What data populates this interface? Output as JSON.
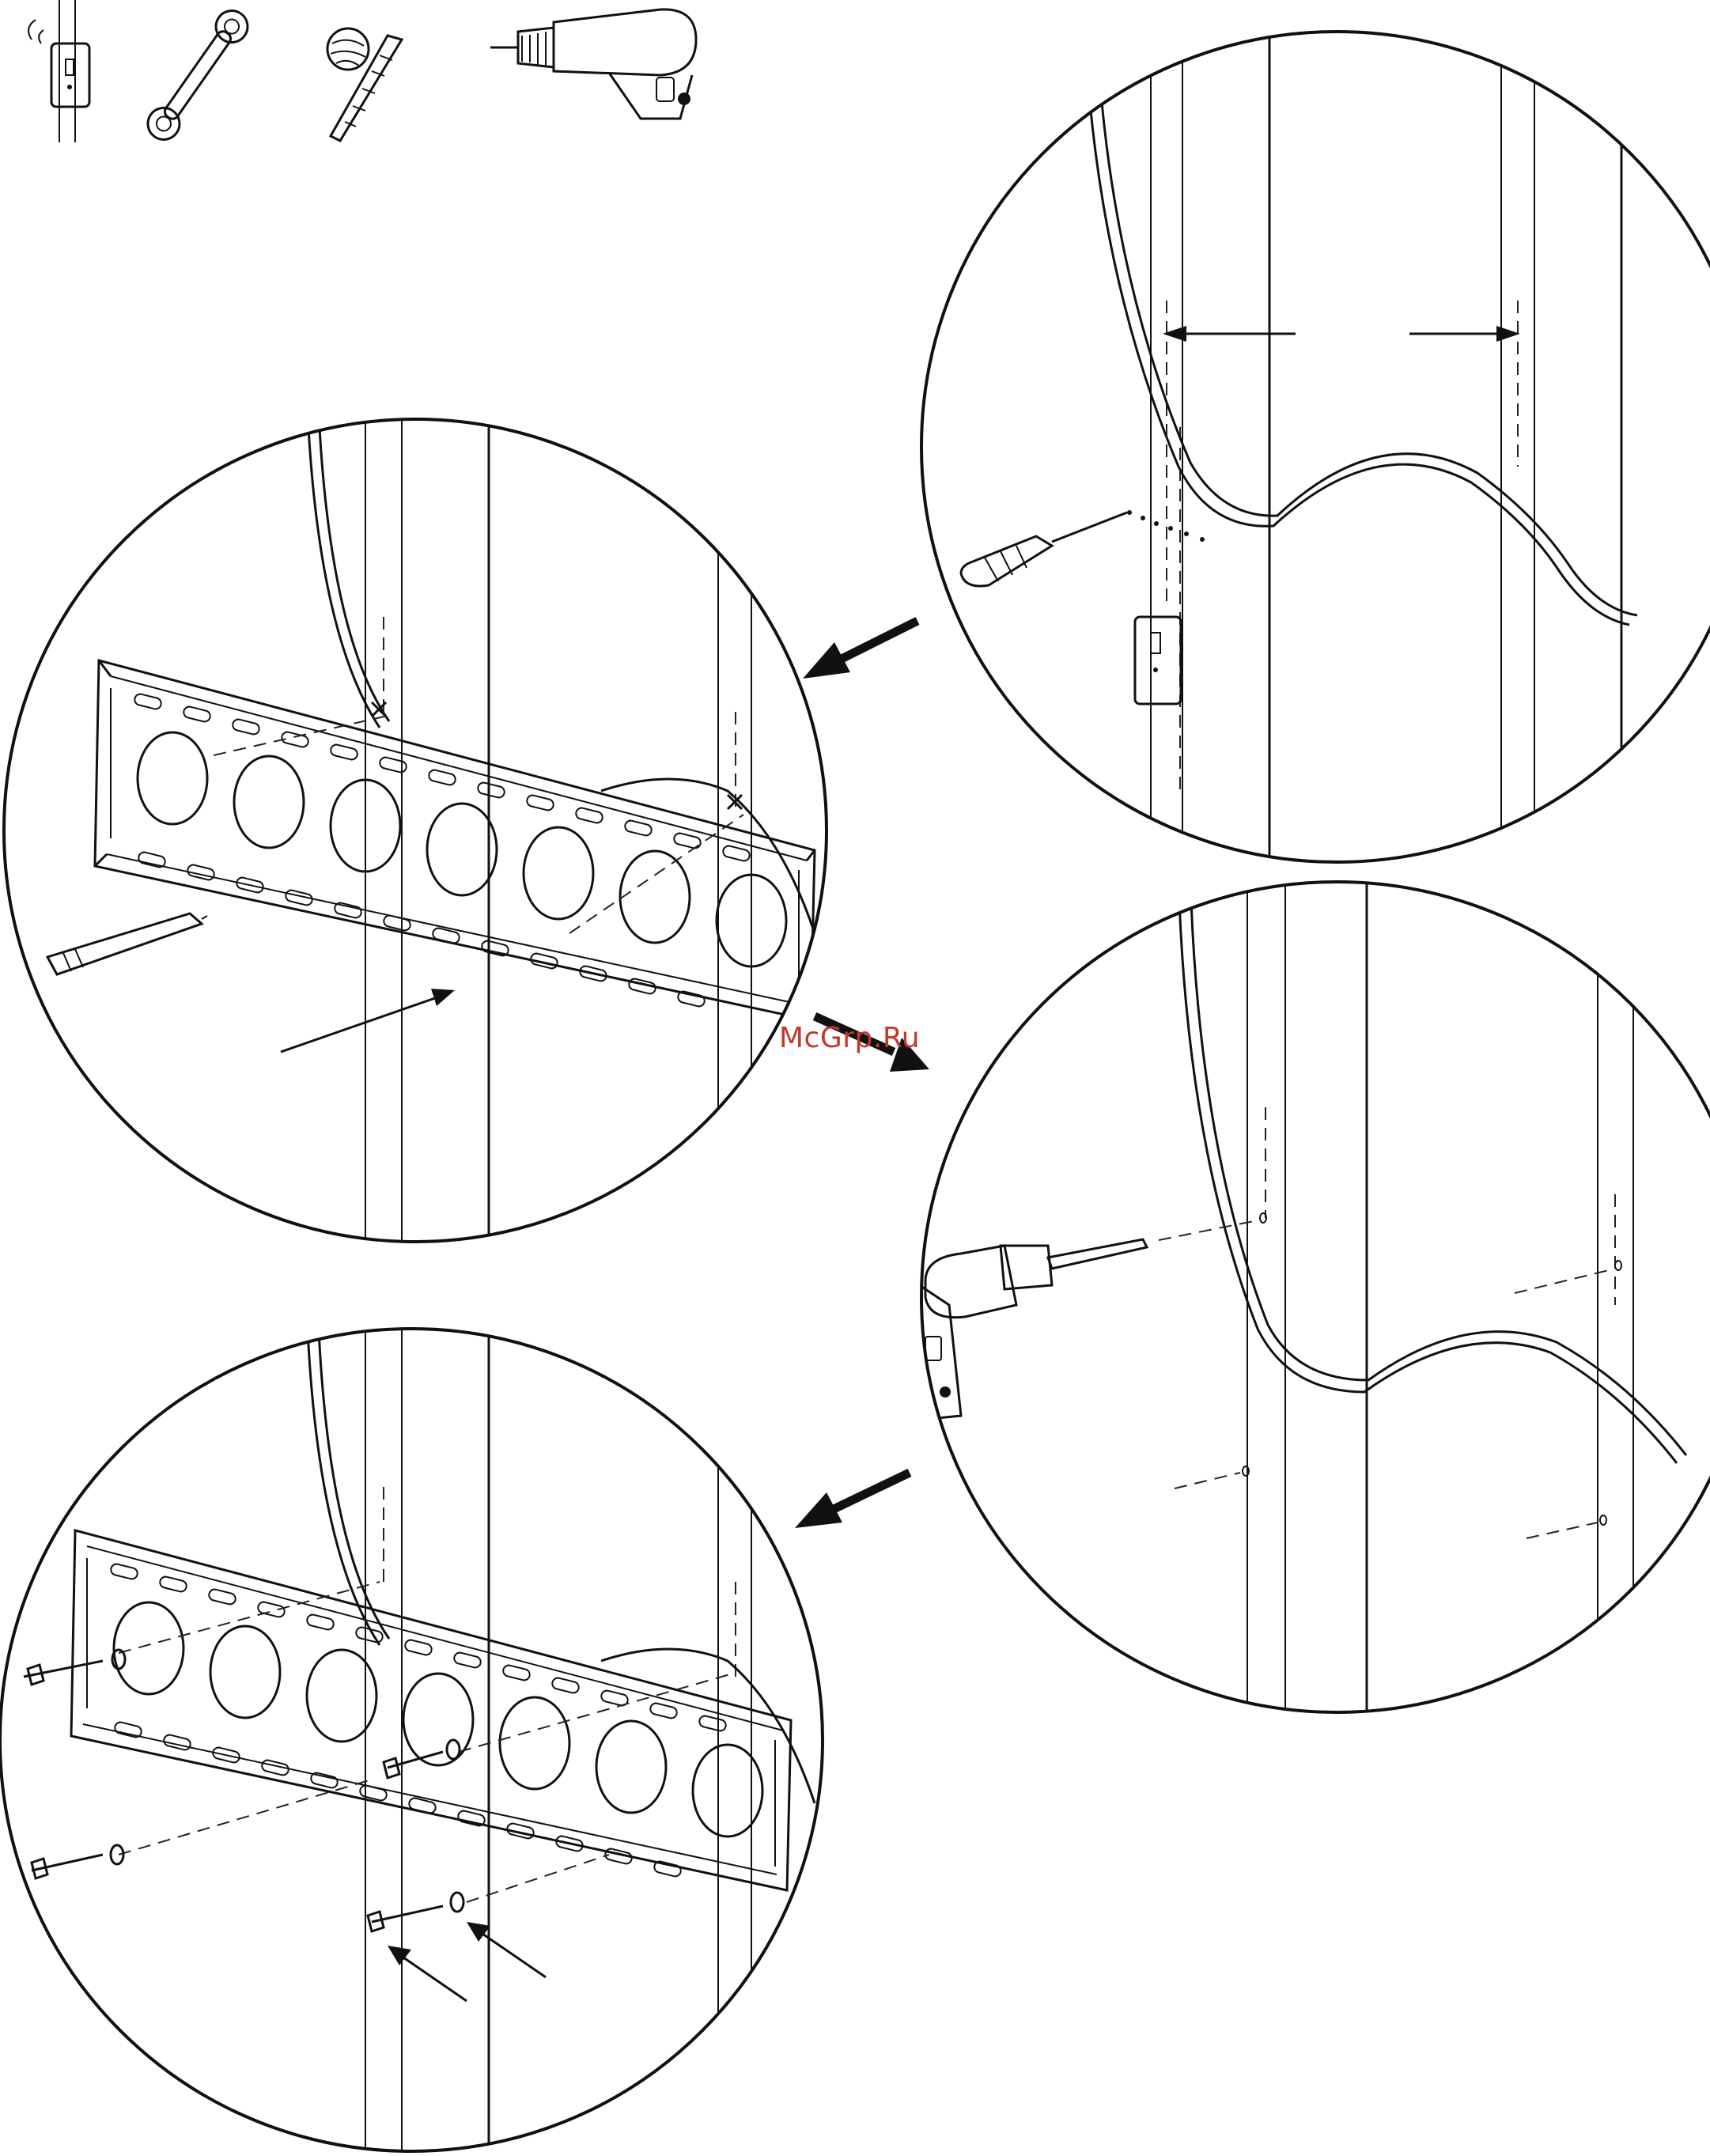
{
  "watermark": "McGrp.Ru",
  "tools": [
    "stud-finder-icon",
    "wrench-icon",
    "drill-bit-icon",
    "power-drill-icon"
  ],
  "steps": [
    {
      "id": "mark-studs",
      "description_icon": "screwdriver-icon"
    },
    {
      "id": "align-bracket",
      "description_icon": "pencil-icon"
    },
    {
      "id": "drill-pilot-holes",
      "description_icon": "power-drill-icon"
    },
    {
      "id": "attach-bolts",
      "description_icon": "lag-bolt-icon"
    }
  ],
  "colors": {
    "line": "#111111",
    "watermark": "#c0392b",
    "background": "#ffffff"
  }
}
